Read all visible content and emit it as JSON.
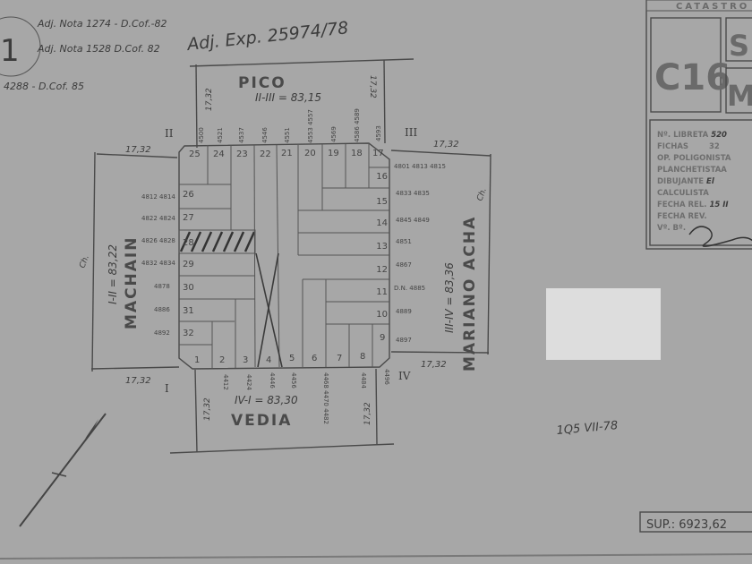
{
  "annotations": {
    "sheet_number": "1",
    "note_1": "Adj. Nota 1274 - D.Cof.-82",
    "note_2": "Adj. Nota 1528 D.Cof. 82",
    "note_3": "4288 - D.Cof. 85",
    "expediente": "Adj. Exp. 25974/78",
    "date_note": "1Q5 VII-78",
    "surface": "SUP.: 6923,62"
  },
  "streets": {
    "top": {
      "name": "PICO",
      "measure": "II-III = 83,15",
      "side_left": "17,32",
      "side_right": "17,32"
    },
    "bottom": {
      "name": "VEDIA",
      "measure": "IV-I = 83,30",
      "side_left": "17,32",
      "side_right": "17,32"
    },
    "left": {
      "name": "MACHAIN",
      "measure": "I-II = 83,22",
      "top_width": "17,32",
      "bottom_width": "17,32",
      "ch": "Ch."
    },
    "right": {
      "name": "MARIANO ACHA",
      "measure": "III-IV = 83,36",
      "top_width": "17,32",
      "bottom_width": "17,32",
      "ch": "Ch."
    }
  },
  "vertices": {
    "i": "I",
    "ii": "II",
    "iii": "III",
    "iv": "IV"
  },
  "lots": [
    "1",
    "2",
    "3",
    "4",
    "5",
    "6",
    "7",
    "8",
    "9",
    "10",
    "11",
    "12",
    "13",
    "14",
    "15",
    "16",
    "17",
    "18",
    "19",
    "20",
    "21",
    "22",
    "23",
    "24",
    "25",
    "26",
    "27",
    "28",
    "29",
    "30",
    "31",
    "32"
  ],
  "parcel_numbers": {
    "top": [
      "4500",
      "4521",
      "4537",
      "4546",
      "4551",
      "4553 4557",
      "4569",
      "4586 4589",
      "4593"
    ],
    "left": [
      "4812 4814",
      "4822 4824",
      "4826 4828",
      "4832 4834",
      "4878",
      "4886",
      "4892"
    ],
    "right": [
      "4801 4813 4815",
      "4833 4835",
      "4845 4849",
      "4851",
      "4867",
      "D.N. 4885",
      "4889",
      "4897"
    ],
    "bottom": [
      "4412",
      "4424",
      "4446",
      "4456",
      "4468 4470 4482",
      "4484",
      "4496"
    ]
  },
  "title_block": {
    "header": "CATASTRO",
    "circ": "C16",
    "section": "S",
    "manzana": "M",
    "fields": [
      {
        "label": "Nº. LIBRETA",
        "value": "520"
      },
      {
        "label": "FICHAS",
        "value": "32"
      },
      {
        "label": "OP. POLIGONISTA",
        "value": ""
      },
      {
        "label": "PLANCHETISTA",
        "value": "A"
      },
      {
        "label": "DIBUJANTE",
        "value": "El"
      },
      {
        "label": "CALCULISTA",
        "value": ""
      },
      {
        "label": "FECHA REL.",
        "value": "15 II"
      },
      {
        "label": "FECHA REV.",
        "value": ""
      },
      {
        "label": "Vº. Bº.",
        "value": ""
      }
    ]
  }
}
